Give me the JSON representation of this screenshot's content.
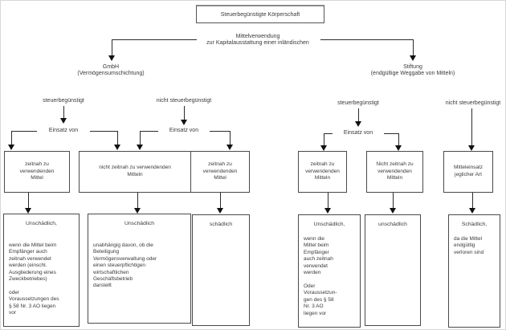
{
  "root": {
    "label": "Steuerbegünstigte Körperschaft"
  },
  "split": {
    "line1": "Mittelverwendung",
    "line2": "zur Kapitalausstattung einer inländischen"
  },
  "left_branch": {
    "title": "GmbH",
    "subtitle": "(Vermögensumschichtung)",
    "tax_label": "steuerbegünstigt",
    "nontax_label": "nicht steuerbegünstigt",
    "einsatz_tax": "Einsatz von",
    "einsatz_nontax": "Einsatz von"
  },
  "right_branch": {
    "title": "Stiftung",
    "subtitle": "(endgültige Weggabe von Mitteln)",
    "tax_label": "steuerbegünstigt",
    "nontax_label": "nicht steuerbegünstigt",
    "einsatz_tax": "Einsatz von"
  },
  "mid_boxes": [
    {
      "label": "zeitnah zu\nverwendenden\nMittel"
    },
    {
      "label": "nicht zeitnah zu verwendenden\nMitteln"
    },
    {
      "label": "zeitnah zu\nverwendenden\nMittel"
    },
    {
      "label": "zeitnah zu\nverwendenden\nMitteln"
    },
    {
      "label": "Nicht zeitnah zu\nverwendenden\nMitteln"
    },
    {
      "label": "Mitteleinsatz\njeglicher Art"
    }
  ],
  "result_boxes": [
    {
      "title": "Unschädlich,",
      "body": "wenn die Mittel beim\nEmpfänger auch\nzeitnah verwendet\nwerden (einschl.\nAusgliederung eines\nZweckbetriebes)\n\noder\nVoraussetzungen des\n§ 58 Nr. 3 AO liegen\nvor"
    },
    {
      "title": "Unschädlich",
      "body": "unabhängig davon, ob die\nBeteiligung\nVermögensverwaltung oder\neinen steuerpflichtigen\nwirtschaftlichen\nGeschäftsbetrieb\ndarstellt"
    },
    {
      "title": "schädlich",
      "body": ""
    },
    {
      "title": "Unschädlich,",
      "body": "wenn die\nMittel beim\nEmpfänger\nauch zeitnah\nverwendet\nwerden\n\nOder\nVoraussetzun-\ngen des § 58\nNr. 3 AO\nliegen vor"
    },
    {
      "title": "unschädlich",
      "body": ""
    },
    {
      "title": "Schädlich,",
      "body": "da die Mittel\nendgültig\nverloren sind"
    }
  ],
  "colors": {
    "line": "#2b2b2b",
    "border": "#4a4a4a",
    "text": "#3a3a3a",
    "background": "#ffffff"
  }
}
